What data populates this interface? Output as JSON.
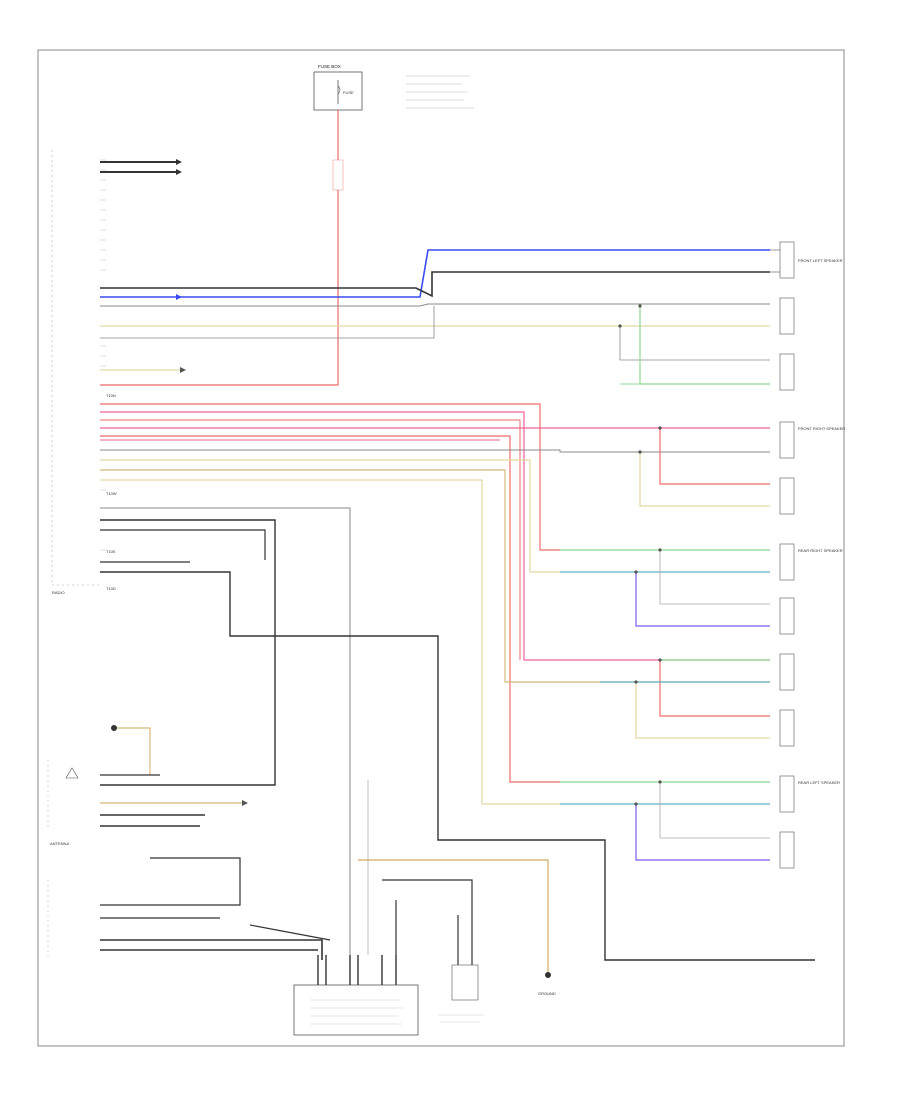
{
  "diagram": {
    "background": "#ffffff",
    "line_colors": {
      "frame": "#8a8a8a",
      "black": "#333333",
      "gray": "#8a8a8a",
      "red": "#ef6a6a",
      "pink": "#f0609a",
      "blue": "#3a4cf0",
      "yellow": "#e3d6a0",
      "green": "#8cd890",
      "teal": "#5fb3c6",
      "tan": "#d8b878",
      "violet": "#7a5af0"
    },
    "labels": {
      "fuse_box": "FUSE BOX",
      "fuse": "FUSE",
      "radio": "RADIO",
      "t10n": "T10N",
      "t10w": "T10W",
      "t10e": "T10E",
      "t10d": "T10D",
      "front_left_speaker": "FRONT LEFT SPEAKER",
      "front_right_speaker": "FRONT RIGHT SPEAKER",
      "rear_left_speaker": "REAR LEFT SPEAKER",
      "rear_right_speaker": "REAR RIGHT SPEAKER",
      "antenna": "ANTENNA",
      "ground": "GROUND"
    }
  }
}
